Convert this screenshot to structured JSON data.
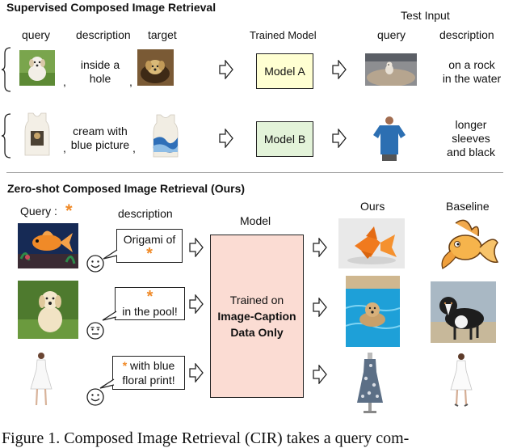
{
  "supervised": {
    "title": "Supervised Composed Image Retrieval",
    "test_input_label": "Test Input",
    "col_query": "query",
    "col_description": "description",
    "col_target": "target",
    "col_trained_model": "Trained Model",
    "col_test_query": "query",
    "col_test_description": "description",
    "row1": {
      "description_line1": "inside a",
      "description_line2": "hole",
      "model": "Model A",
      "test_description_line1": "on a rock",
      "test_description_line2": "in the water"
    },
    "row2": {
      "description_line1": "cream with",
      "description_line2": "blue picture",
      "model": "Model B",
      "test_description_line1": "longer",
      "test_description_line2": "sleeves",
      "test_description_line3": "and black"
    },
    "comma": ","
  },
  "zeroshot": {
    "title": "Zero-shot Composed Image Retrieval (Ours)",
    "query_label": "Query :",
    "star": "*",
    "description_label": "description",
    "model_label": "Model",
    "ours_label": "Ours",
    "baseline_label": "Baseline",
    "model_text_line1": "Trained on",
    "model_text_line2": "Image-Caption",
    "model_text_line3": "Data Only",
    "bubble1": {
      "line1": "Origami of"
    },
    "bubble2": {
      "line2": "in the pool!"
    },
    "bubble3": {
      "line1": "with blue",
      "line2": "floral print!"
    }
  },
  "caption": "Figure 1.  Composed Image Retrieval (CIR) takes a query com-",
  "colors": {
    "model_box_fill": "#ffffd2",
    "model_b_fill": "#e3f3d9",
    "big_model_fill": "#fbdcd3",
    "star_orange": "#f08a28"
  }
}
